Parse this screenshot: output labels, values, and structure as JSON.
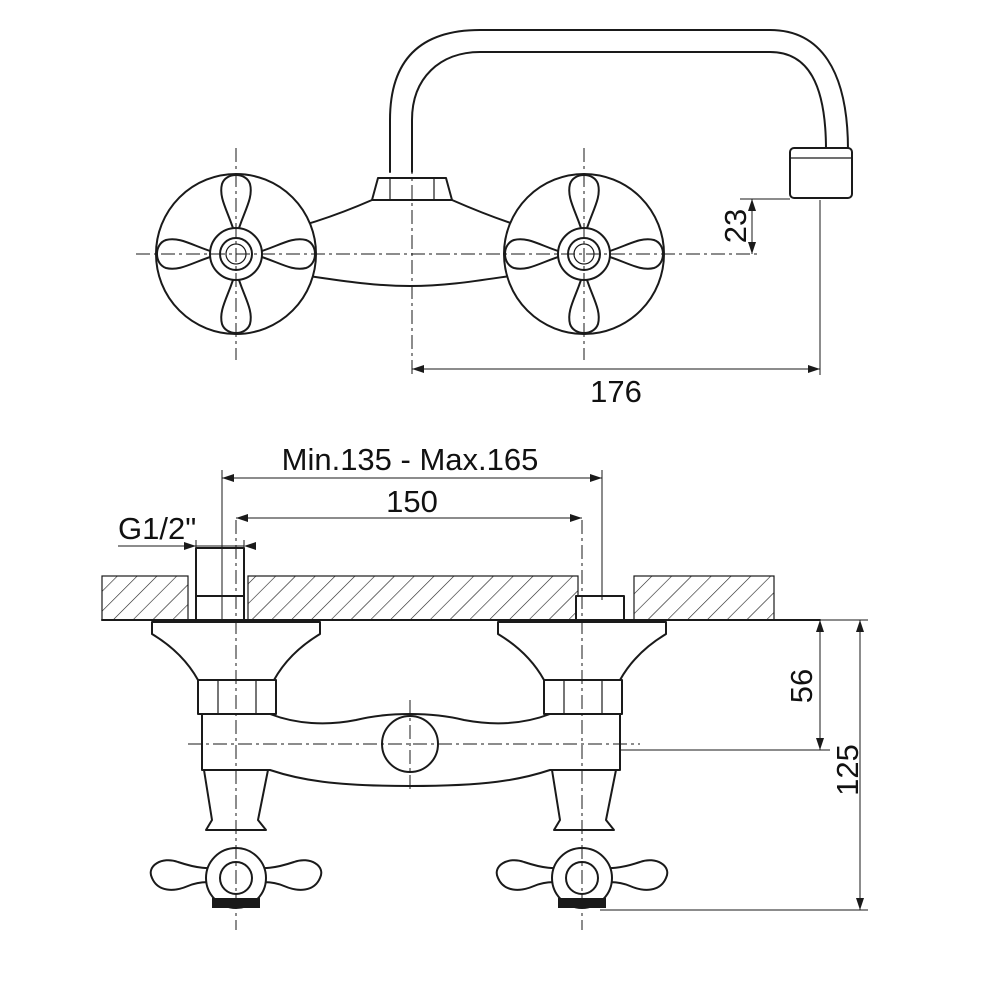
{
  "dimensions": {
    "spout_drop": "23",
    "spout_reach": "176",
    "inlet_range": "Min.135 - Max.165",
    "inlet_spacing": "150",
    "thread": "G1/2\"",
    "body_offset": "56",
    "total_depth": "125"
  },
  "colors": {
    "line": "#1a1a1a",
    "background": "#ffffff"
  }
}
